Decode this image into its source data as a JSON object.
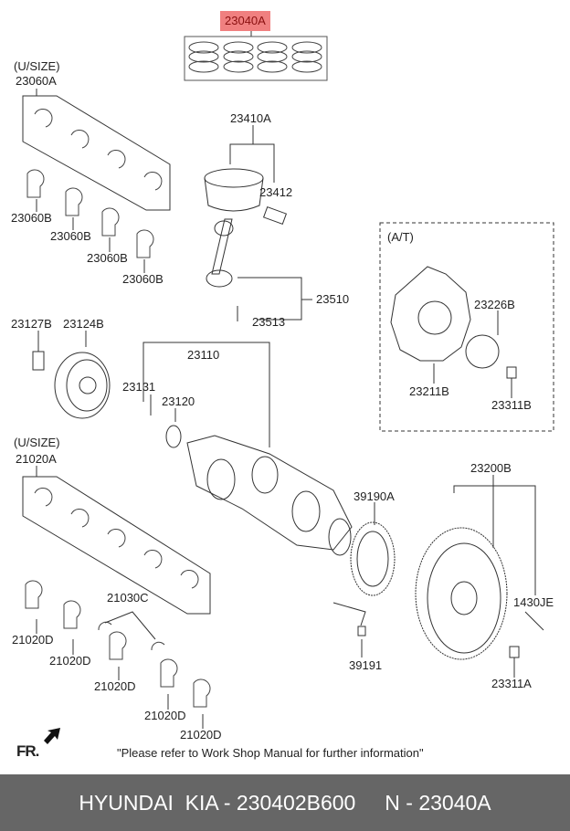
{
  "highlight_color": "#f08080",
  "highlighted_part": "23040A",
  "labels": {
    "l23040A": "23040A",
    "usize1": "(U/SIZE)",
    "l23060A": "23060A",
    "l23060B_1": "23060B",
    "l23060B_2": "23060B",
    "l23060B_3": "23060B",
    "l23060B_4": "23060B",
    "l23410A": "23410A",
    "l23412": "23412",
    "l23510": "23510",
    "l23513": "23513",
    "at": "(A/T)",
    "l23226B": "23226B",
    "l23211B": "23211B",
    "l23311B": "23311B",
    "l23127B": "23127B",
    "l23124B": "23124B",
    "l23110": "23110",
    "l23131": "23131",
    "l23120": "23120",
    "usize2": "(U/SIZE)",
    "l21020A": "21020A",
    "l39190A": "39190A",
    "l23200B": "23200B",
    "l21030C": "21030C",
    "l1430JE": "1430JE",
    "l21020D_1": "21020D",
    "l21020D_2": "21020D",
    "l21020D_3": "21020D",
    "l21020D_4": "21020D",
    "l21020D_5": "21020D",
    "l39191": "39191",
    "l23311A": "23311A"
  },
  "front_marker": "FR.",
  "note": "\"Please refer to Work Shop Manual for further information\"",
  "footer": "HYUNDAI  KIA - 230402B600     N - 23040A"
}
